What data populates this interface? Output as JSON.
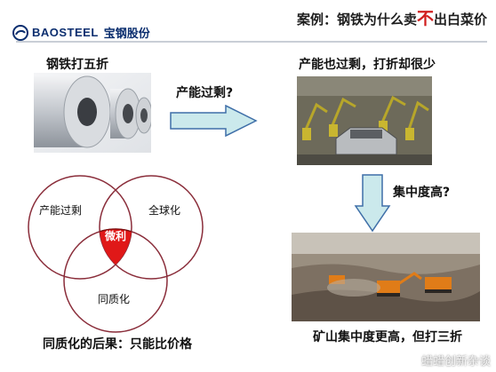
{
  "header": {
    "title_prefix": "案例：钢铁为什么卖",
    "title_emph": "不",
    "title_suffix": "出白菜价",
    "logo_en": "BAOSTEEL",
    "logo_cn": "宝钢股份"
  },
  "labels": {
    "steel_discount": "钢铁打五折",
    "overcapacity_q": "产能过剩?",
    "overcapacity_low": "产能也过剩，打折却很少",
    "concentration_q": "集中度高?",
    "mining_label": "矿山集中度更高，但打三折",
    "homog_result": "同质化的后果：只能比价格"
  },
  "venn": {
    "circle_a": "产能过剩",
    "circle_b": "全球化",
    "circle_c": "同质化",
    "center": "微利"
  },
  "watermark": {
    "text": "蜡蜡创新杂谈",
    "icon": "wechat-icon"
  },
  "colors": {
    "arrow_fill": "#cbe9ec",
    "arrow_stroke": "#3f6fa8",
    "center_fill": "#e01818",
    "emphasis": "#d11f1f"
  }
}
